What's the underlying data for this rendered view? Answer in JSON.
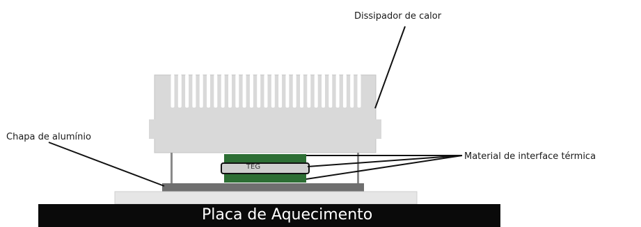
{
  "labels": {
    "heat_sink": "Dissipador de calor",
    "aluminum_plate": "Chapa de alumínio",
    "thermal_interface": "Material de interface térmica",
    "teg": "TEG",
    "heating_plate": "Placa de Aquecimento"
  },
  "colors": {
    "heat_sink": "#d9d9d9",
    "heat_sink_edge": "#bdbdbd",
    "thermal_interface": "#2d6e34",
    "teg": "#cfcfcf",
    "aluminum_plate": "#6f6f6f",
    "base_plate": "#e6e6e6",
    "heating_plate": "#0a0a0a",
    "leader_lines": "#111111"
  }
}
